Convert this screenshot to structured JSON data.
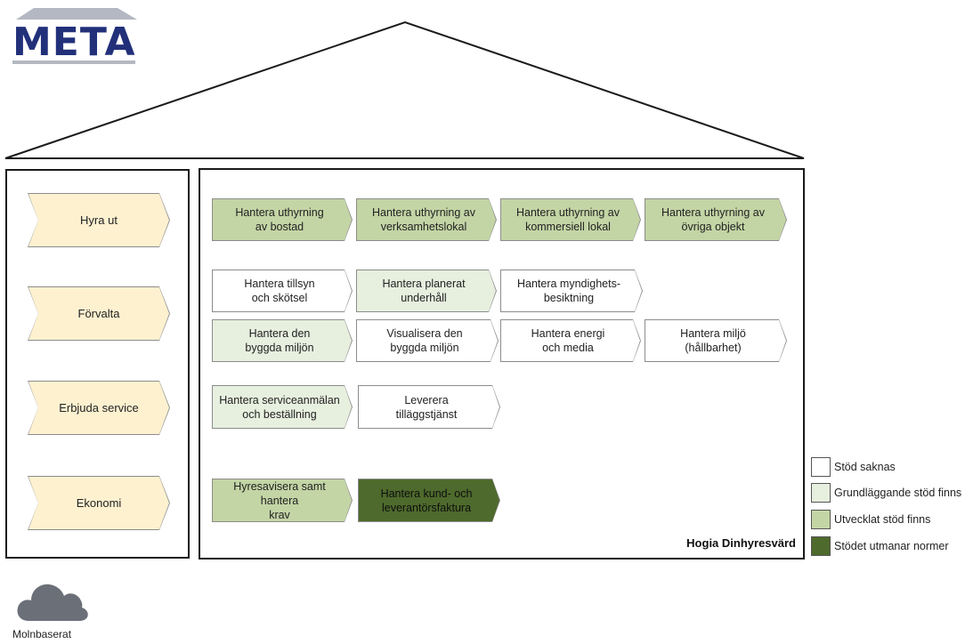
{
  "logo": {
    "text": "META"
  },
  "colors": {
    "none": "#ffffff",
    "basic": "#e7efdf",
    "developed": "#c3d5a5",
    "challenges": "#4e6a2c",
    "category": "#fdf1d0",
    "border": "#8c8c8c"
  },
  "categories": [
    {
      "label": "Hyra ut"
    },
    {
      "label": "Förvalta"
    },
    {
      "label": "Erbjuda service"
    },
    {
      "label": "Ekonomi"
    }
  ],
  "processes": [
    {
      "label": "Hantera uthyrning\nav bostad",
      "level": "developed"
    },
    {
      "label": "Hantera uthyrning av\nverksamhetslokal",
      "level": "developed"
    },
    {
      "label": "Hantera uthyrning av\nkommersiell lokal",
      "level": "developed"
    },
    {
      "label": "Hantera uthyrning av\növriga objekt",
      "level": "developed"
    },
    {
      "label": "Hantera tillsyn\noch skötsel",
      "level": "none"
    },
    {
      "label": "Hantera planerat\nunderhåll",
      "level": "basic"
    },
    {
      "label": "Hantera myndighets-\nbesiktning",
      "level": "none"
    },
    {
      "label": "Hantera den\nbyggda miljön",
      "level": "basic"
    },
    {
      "label": "Visualisera den\nbyggda miljön",
      "level": "none"
    },
    {
      "label": "Hantera energi\noch media",
      "level": "none"
    },
    {
      "label": "Hantera miljö\n(hållbarhet)",
      "level": "none"
    },
    {
      "label": "Hantera serviceanmälan\noch beställning",
      "level": "basic"
    },
    {
      "label": "Leverera\ntilläggstjänst",
      "level": "none"
    },
    {
      "label": "Hyresavisera samt hantera\nkrav",
      "level": "developed"
    },
    {
      "label": "Hantera kund- och\nleverantörsfaktura",
      "level": "challenges"
    }
  ],
  "brand": {
    "label": "Hogia Dinhyresvärd"
  },
  "legend": [
    {
      "label": "Stöd saknas",
      "level": "none"
    },
    {
      "label": "Grundläggande stöd finns",
      "level": "basic"
    },
    {
      "label": "Utvecklat stöd finns",
      "level": "developed"
    },
    {
      "label": "Stödet utmanar normer",
      "level": "challenges"
    }
  ],
  "cloud": {
    "label": "Molnbaserat",
    "icon": "cloud-icon"
  }
}
